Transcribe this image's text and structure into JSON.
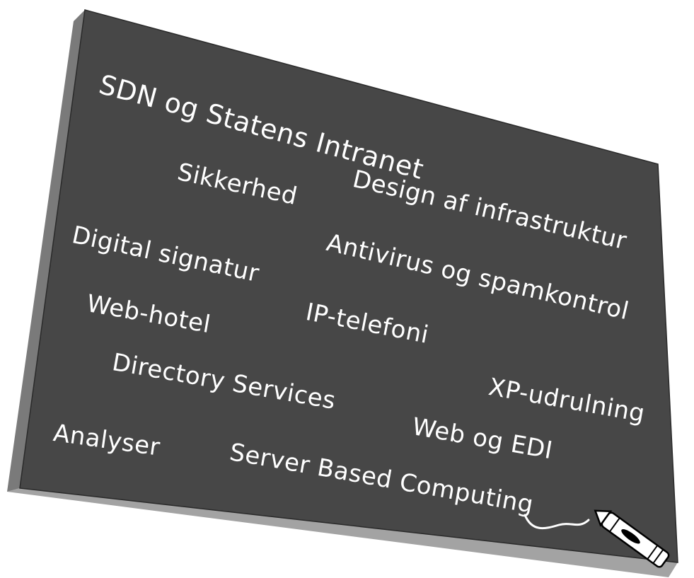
{
  "board_color": "#474747",
  "items": [
    {
      "id": "sdn",
      "text": "SDN og Statens Intranet"
    },
    {
      "id": "sikkerhed",
      "text": "Sikkerhed"
    },
    {
      "id": "design",
      "text": "Design af infrastruktur"
    },
    {
      "id": "digital-signatur",
      "text": "Digital signatur"
    },
    {
      "id": "antivirus",
      "text": "Antivirus og spamkontrol"
    },
    {
      "id": "web-hotel",
      "text": "Web-hotel"
    },
    {
      "id": "ip-telefoni",
      "text": "IP-telefoni"
    },
    {
      "id": "directory",
      "text": "Directory Services"
    },
    {
      "id": "xp",
      "text": "XP-udrulning"
    },
    {
      "id": "web-edi",
      "text": "Web og EDI"
    },
    {
      "id": "analyser",
      "text": "Analyser"
    },
    {
      "id": "sbc",
      "text": "Server Based Computing"
    }
  ]
}
